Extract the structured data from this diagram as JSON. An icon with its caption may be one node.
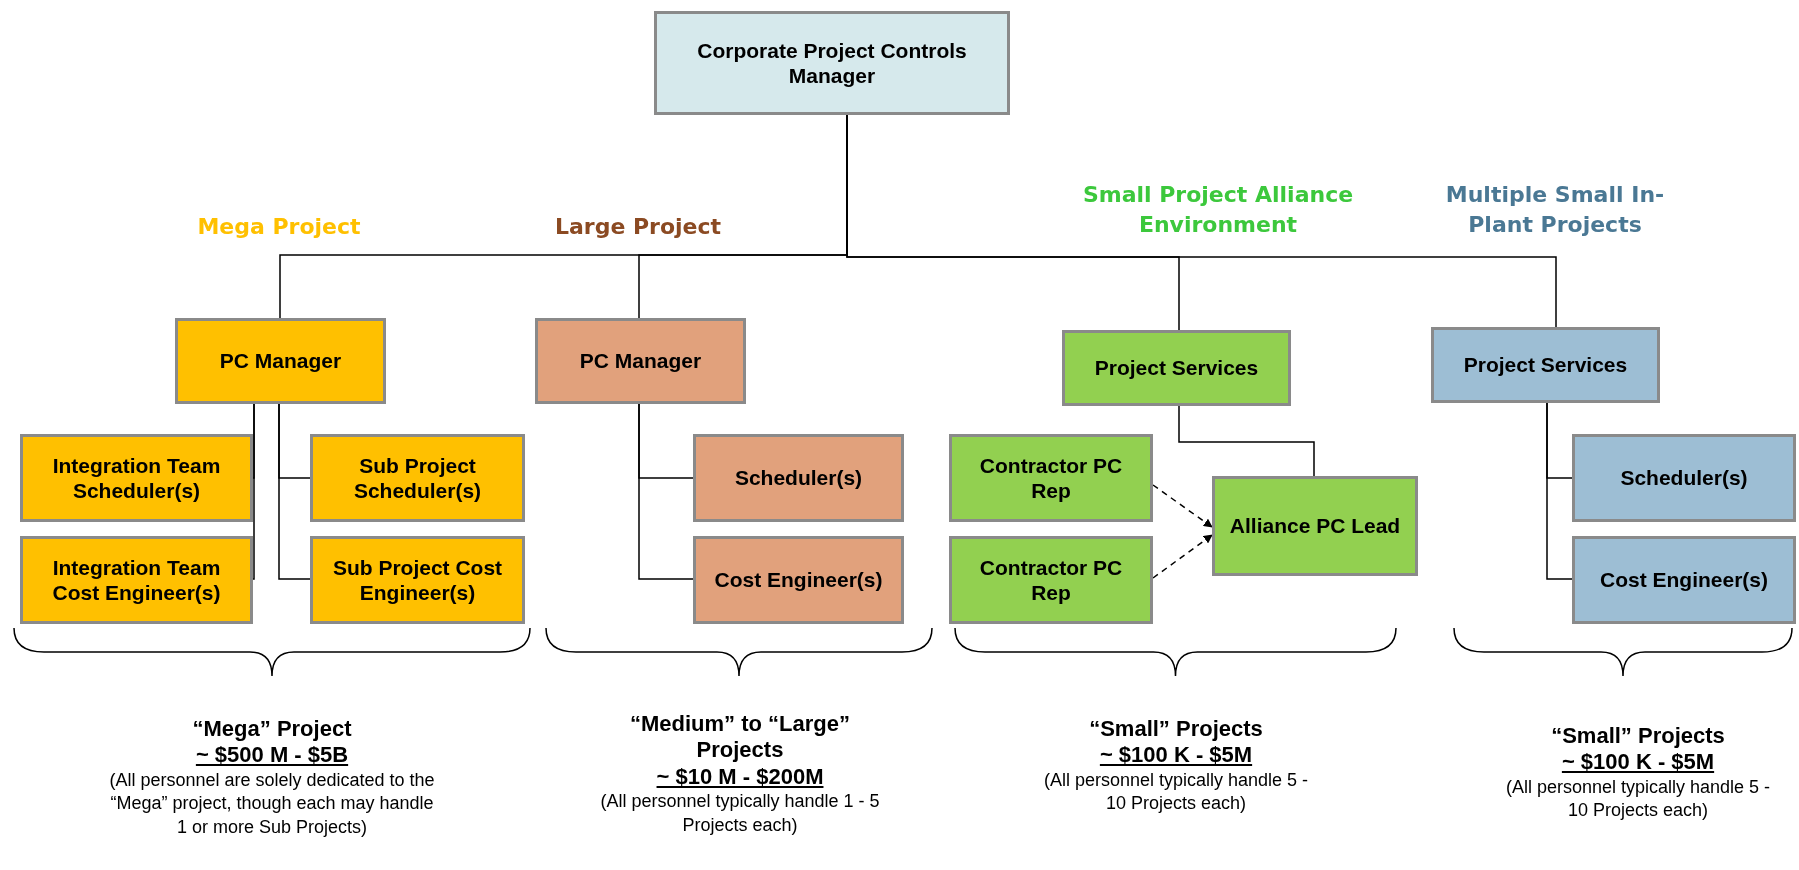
{
  "diagram": {
    "nodes": [
      {
        "text": [
          "Corporate Project Controls Manager"
        ]
      },
      {
        "text": [
          "PC Manager"
        ]
      },
      {
        "text": [
          "Integration Team Scheduler(s)"
        ]
      },
      {
        "text": [
          "Integration Team Cost Engineer(s)"
        ]
      },
      {
        "text": [
          "Sub Project Scheduler(s)"
        ]
      },
      {
        "text": [
          "Sub Project Cost Engineer(s)"
        ]
      },
      {
        "text": [
          "PC Manager"
        ]
      },
      {
        "text": [
          "Scheduler(s)"
        ]
      },
      {
        "text": [
          "Cost Engineer(s)"
        ]
      },
      {
        "text": [
          "Project Services"
        ]
      },
      {
        "text": [
          "Contractor PC Rep"
        ]
      },
      {
        "text": [
          "Contractor PC Rep"
        ]
      },
      {
        "text": [
          "Alliance PC Lead"
        ]
      },
      {
        "text": [
          "Project Services"
        ]
      },
      {
        "text": [
          "Scheduler(s)"
        ]
      },
      {
        "text": [
          "Cost Engineer(s)"
        ]
      }
    ],
    "edges": [
      {
        "from": 0,
        "to": 1,
        "arrow": "none"
      },
      {
        "from": 0,
        "to": 6,
        "arrow": "none"
      },
      {
        "from": 0,
        "to": 9,
        "arrow": "none"
      },
      {
        "from": 0,
        "to": 13,
        "arrow": "none"
      },
      {
        "from": 1,
        "to": 2,
        "arrow": "none"
      },
      {
        "from": 1,
        "to": 3,
        "arrow": "none"
      },
      {
        "from": 1,
        "to": 4,
        "arrow": "none"
      },
      {
        "from": 1,
        "to": 5,
        "arrow": "none"
      },
      {
        "from": 6,
        "to": 7,
        "arrow": "none"
      },
      {
        "from": 6,
        "to": 8,
        "arrow": "none"
      },
      {
        "from": 9,
        "to": 12,
        "arrow": "none"
      },
      {
        "from": 10,
        "to": 12,
        "arrow": "to",
        "style": "dashed"
      },
      {
        "from": 11,
        "to": 12,
        "arrow": "to",
        "style": "dashed"
      },
      {
        "from": 13,
        "to": 14,
        "arrow": "none"
      },
      {
        "from": 13,
        "to": 15,
        "arrow": "none"
      }
    ],
    "labels": [
      "Mega Project",
      "Large Project",
      "Small Project Alliance Environment",
      "Multiple Small In-Plant Projects",
      "“Mega” Project",
      "~ $500 M - $5B",
      "(All personnel are solely dedicated to the “Mega” project, though each may handle 1 or more Sub Projects)",
      "“Medium” to “Large” Projects",
      "~ $10 M - $200M",
      "(All personnel typically handle 1 - 5 Projects each)",
      "“Small” Projects",
      "~ $100 K - $5M",
      "(All personnel typically handle 5 - 10 Projects each)",
      "“Small” Projects",
      "~ $100 K - $5M",
      "(All personnel typically handle 5 - 10 Projects each)"
    ]
  }
}
